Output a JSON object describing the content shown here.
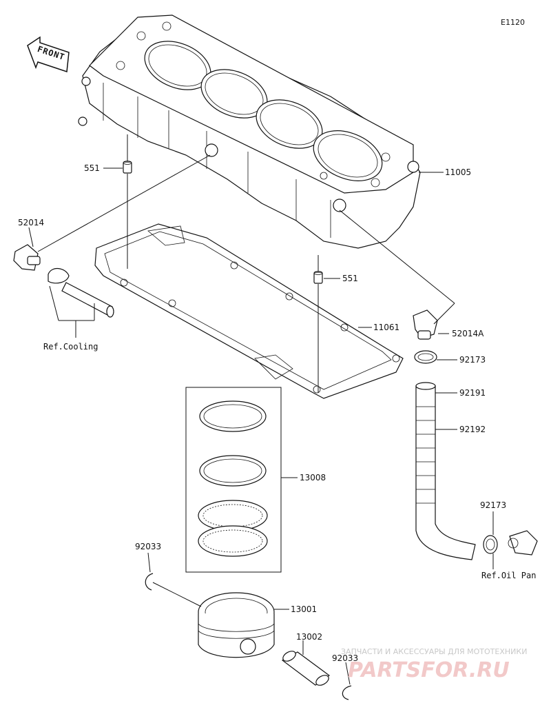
{
  "diagram": {
    "code": "E1120",
    "front_label": "FRONT",
    "refs": {
      "cooling": "Ref.Cooling",
      "oil_pan": "Ref.Oil Pan"
    },
    "labels": {
      "cylinder": "11005",
      "dowel_upper": "551",
      "dowel_lower": "551",
      "fitting_left": "52014",
      "gasket": "11061",
      "fitting_right": "52014A",
      "clamp_upper": "92173",
      "hose_upper": "92191",
      "hose": "92192",
      "ring_set": "13008",
      "clamp_lower": "92173",
      "snap_ring_upper": "92033",
      "piston": "13001",
      "piston_pin": "13002",
      "snap_ring_lower": "92033"
    }
  },
  "watermark": {
    "tagline": "ЗАПЧАСТИ И АКСЕССУАРЫ ДЛЯ МОТОТЕХНИКИ",
    "brand": "PARTSFOR.RU"
  }
}
